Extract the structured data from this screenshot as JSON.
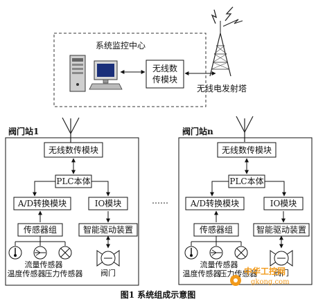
{
  "center": {
    "title": "系统监控中心",
    "wireless_module_line1": "无线数",
    "wireless_module_line2": "传模块",
    "tower_label": "无线电发射塔"
  },
  "stations": [
    {
      "title": "阀门站1",
      "wireless_module": "无线数传模块",
      "plc": "PLC本体",
      "ad_module": "A/D转换模块",
      "io_module": "IO模块",
      "sensor_group": "传感器组",
      "drive": "智能驱动装置",
      "sensors": [
        "流量传感器",
        "温度传感器",
        "压力传感器"
      ],
      "valve": "阀门"
    },
    {
      "title": "阀门站n",
      "wireless_module": "无线数传模块",
      "plc": "PLC本体",
      "ad_module": "A/D转换模块",
      "io_module": "IO模块",
      "sensor_group": "传感器组",
      "drive": "智能驱动装置",
      "sensors": [
        "流量传感器",
        "温度传感器",
        "压力传感器"
      ],
      "valve": "阀门"
    }
  ],
  "ellipsis": "……",
  "caption": "图1  系统组成示意图",
  "watermark": {
    "brand": "中华工控网",
    "url": "gkong.com"
  },
  "colors": {
    "watermark": "#f29a1a"
  }
}
